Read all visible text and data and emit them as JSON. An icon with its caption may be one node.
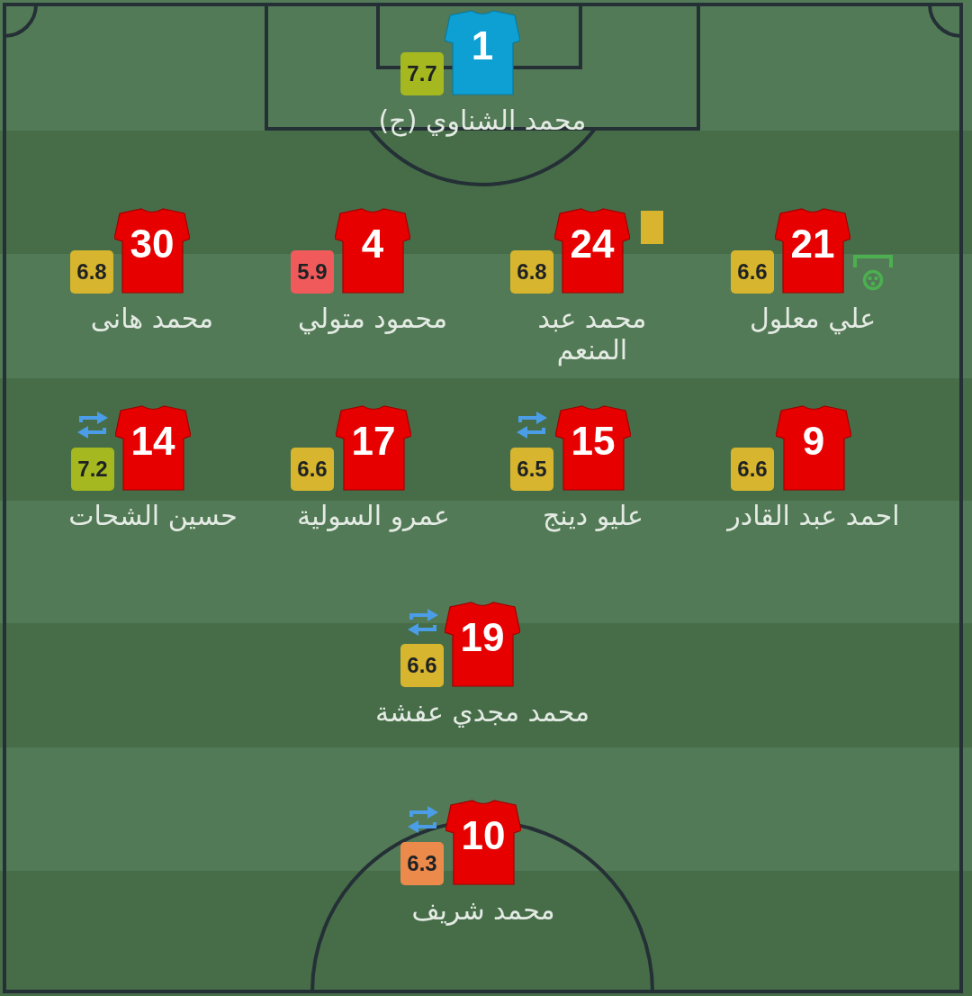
{
  "diagram": {
    "nodes": [
      {
        "text": [
          "7.7"
        ]
      },
      {
        "text": [
          "1"
        ],
        "beside": [
          "محمد الشناوي (ج)"
        ]
      },
      {
        "text": [
          "6.8"
        ]
      },
      {
        "text": [
          "30"
        ],
        "beside": [
          "محمد هانى"
        ]
      },
      {
        "text": [
          "5.9"
        ]
      },
      {
        "text": [
          "4"
        ],
        "beside": [
          "محمود متولي"
        ]
      },
      {
        "text": [
          "6.8"
        ]
      },
      {
        "text": [
          "24"
        ],
        "beside": [
          "محمد عبد المنعم"
        ]
      },
      {
        "text": [
          "6.6"
        ]
      },
      {
        "text": [
          "21"
        ],
        "beside": [
          "علي معلول"
        ]
      },
      {
        "text": [
          "7.2"
        ]
      },
      {
        "text": [
          "14"
        ],
        "beside": [
          "حسين الشحات"
        ]
      },
      {
        "text": [
          "6.6"
        ]
      },
      {
        "text": [
          "17"
        ],
        "beside": [
          "عمرو السولية"
        ]
      },
      {
        "text": [
          "6.5"
        ]
      },
      {
        "text": [
          "15"
        ],
        "beside": [
          "عليو دينج"
        ]
      },
      {
        "text": [
          "6.6"
        ]
      },
      {
        "text": [
          "9"
        ],
        "beside": [
          "احمد عبد القادر"
        ]
      },
      {
        "text": [
          "6.6"
        ]
      },
      {
        "text": [
          "19"
        ],
        "beside": [
          "محمد مجدي عفشة"
        ]
      },
      {
        "text": [
          "6.3"
        ]
      },
      {
        "text": [
          "10"
        ],
        "beside": [
          "محمد شريف"
        ]
      }
    ]
  }
}
